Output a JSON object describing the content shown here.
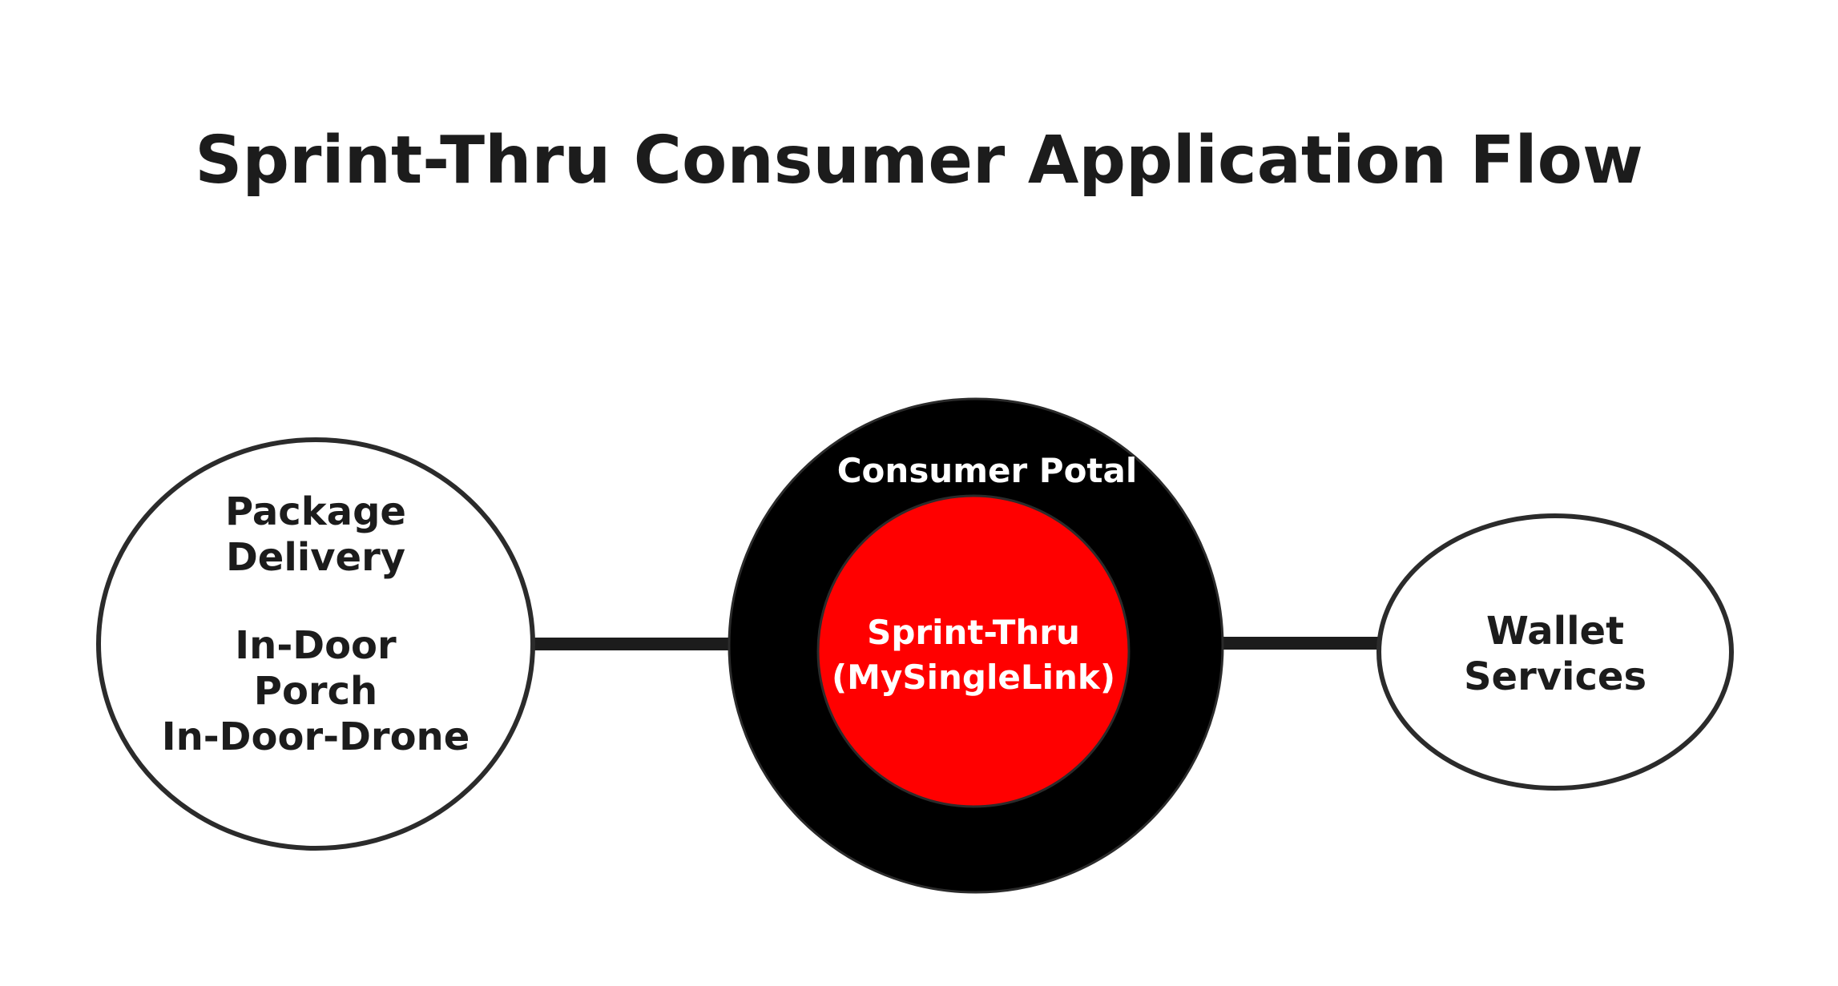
{
  "title": "Sprint-Thru Consumer Application Flow",
  "nodes": {
    "left": {
      "lines": [
        "Package",
        "Delivery",
        "In-Door",
        "Porch",
        "In-Door-Drone"
      ]
    },
    "center_outer": {
      "label": "Consumer Potal"
    },
    "center_inner": {
      "lines": [
        "Sprint-Thru",
        "(MySingleLink)"
      ]
    },
    "right": {
      "lines": [
        "Wallet",
        "Services"
      ]
    }
  },
  "colors": {
    "outer": "#000000",
    "inner": "#ff0000",
    "stroke": "#2b2b2b",
    "connector": "#1c1c1c"
  }
}
